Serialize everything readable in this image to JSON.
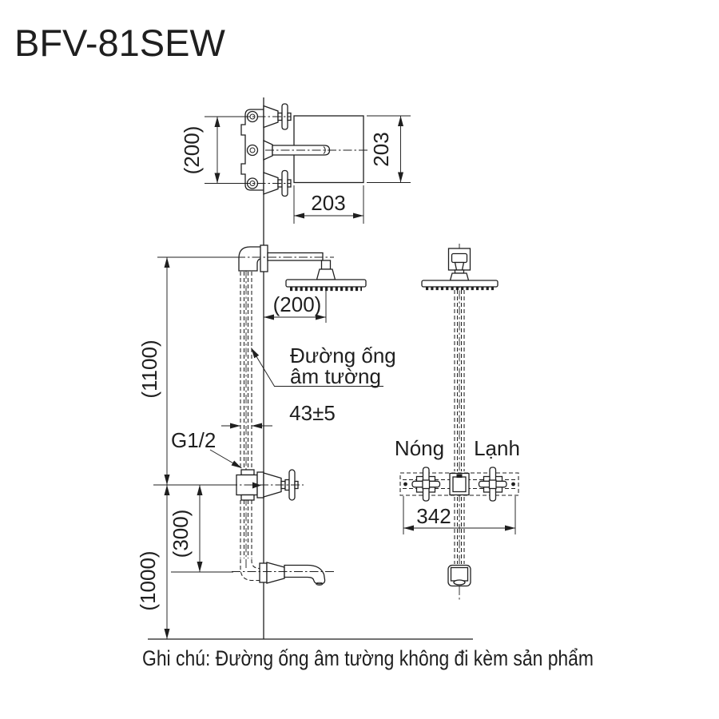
{
  "title": "BFV-81SEW",
  "colors": {
    "ink": "#1f1f1f",
    "paper": "#ffffff"
  },
  "top_view": {
    "dim_handle_spacing": "(200)",
    "dim_head_depth": "203",
    "dim_head_width": "203"
  },
  "front_view": {
    "dim_arm_reach": "(200)",
    "pipe_label_line1": "Đường ống",
    "pipe_label_line2": "âm tường",
    "dim_pipe_offset": "43±5",
    "thread_label": "G1/2",
    "dim_shower_height": "(1100)",
    "dim_spout_offset": "(300)",
    "dim_valve_height": "(1000)"
  },
  "face_view": {
    "hot_label": "Nóng",
    "cold_label": "Lạnh",
    "dim_handle_width": "342"
  },
  "note": "Ghi chú: Đường ống âm tường không đi kèm sản phẩm"
}
